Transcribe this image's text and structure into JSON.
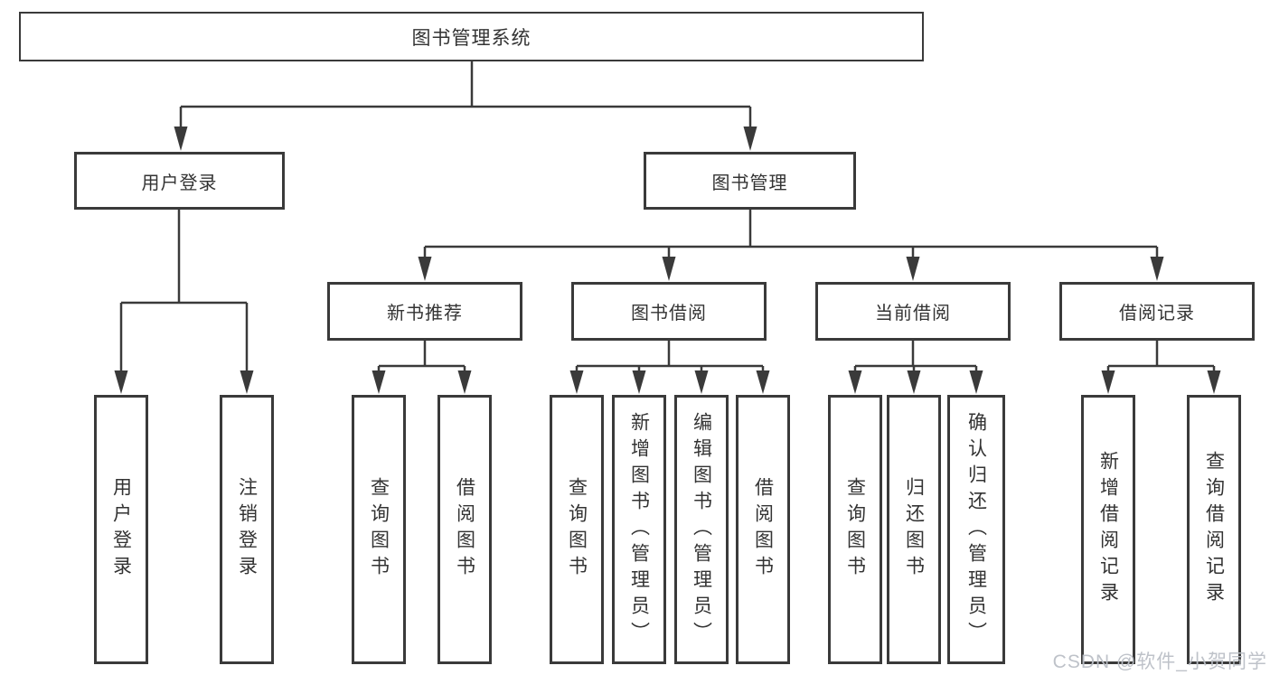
{
  "tree": {
    "label": "图书管理系统",
    "children": [
      {
        "label": "用户登录",
        "children": [
          {
            "label": "用户登录"
          },
          {
            "label": "注销登录"
          }
        ]
      },
      {
        "label": "图书管理",
        "children": [
          {
            "label": "新书推荐",
            "children": [
              {
                "label": "查询图书"
              },
              {
                "label": "借阅图书"
              }
            ]
          },
          {
            "label": "图书借阅",
            "children": [
              {
                "label": "查询图书"
              },
              {
                "label": "新增图书（管理员）"
              },
              {
                "label": "编辑图书（管理员）"
              },
              {
                "label": "借阅图书"
              }
            ]
          },
          {
            "label": "当前借阅",
            "children": [
              {
                "label": "查询图书"
              },
              {
                "label": "归还图书"
              },
              {
                "label": "确认归还（管理员）"
              }
            ]
          },
          {
            "label": "借阅记录",
            "children": [
              {
                "label": "新增借阅记录"
              },
              {
                "label": "查询借阅记录"
              }
            ]
          }
        ]
      }
    ]
  },
  "watermark": {
    "text": "CSDN @软件_小贺同学"
  },
  "colors": {
    "line": "#3a3a3a",
    "border": "#3a3a3a",
    "text": "#333333",
    "background": "#ffffff",
    "watermark": "#babfc6"
  }
}
